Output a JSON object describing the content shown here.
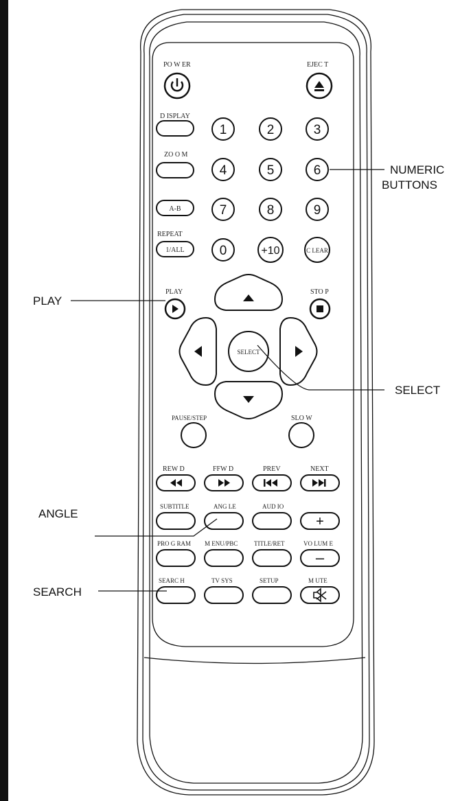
{
  "top_buttons": {
    "power_label": "PO W ER",
    "eject_label": "EJEC T"
  },
  "left_column": {
    "display_label": "D ISPLAY",
    "zoom_label": "ZO O M",
    "ab_label": "A-B",
    "repeat_label": "REPEAT",
    "repeat_button_text": "1/ALL"
  },
  "numeric": {
    "keys": [
      "1",
      "2",
      "3",
      "4",
      "5",
      "6",
      "7",
      "8",
      "9",
      "0",
      "+10"
    ],
    "clear_label": "C LEAR"
  },
  "navigation": {
    "play_label": "PLAY",
    "stop_label": "STO P",
    "select_label": "SELECT",
    "pause_label": "PAUSE/STEP",
    "slow_label": "SLO W"
  },
  "transport": {
    "rewind_label": "REW D",
    "forward_label": "FFW D",
    "prev_label": "PREV",
    "next_label": "NEXT"
  },
  "lower_grid": {
    "subtitle_label": "SUBTITLE",
    "angle_label": "ANG LE",
    "audio_label": "AUD IO",
    "plus_symbol": "+",
    "program_label": "PRO G RAM",
    "menu_label": "M ENU/PBC",
    "title_label": "TITLE/RET",
    "volume_label": "VO LUM E",
    "minus_symbol": "–",
    "search_label": "SEARC H",
    "tvsys_label": "TV SYS",
    "setup_label": "SETUP",
    "mute_label": "M UTE"
  },
  "callouts": {
    "numeric_line1": "NUMERIC",
    "numeric_line2": "BUTTONS",
    "play": "PLAY",
    "select": "SELECT",
    "angle": "ANGLE",
    "search": "SEARCH"
  }
}
